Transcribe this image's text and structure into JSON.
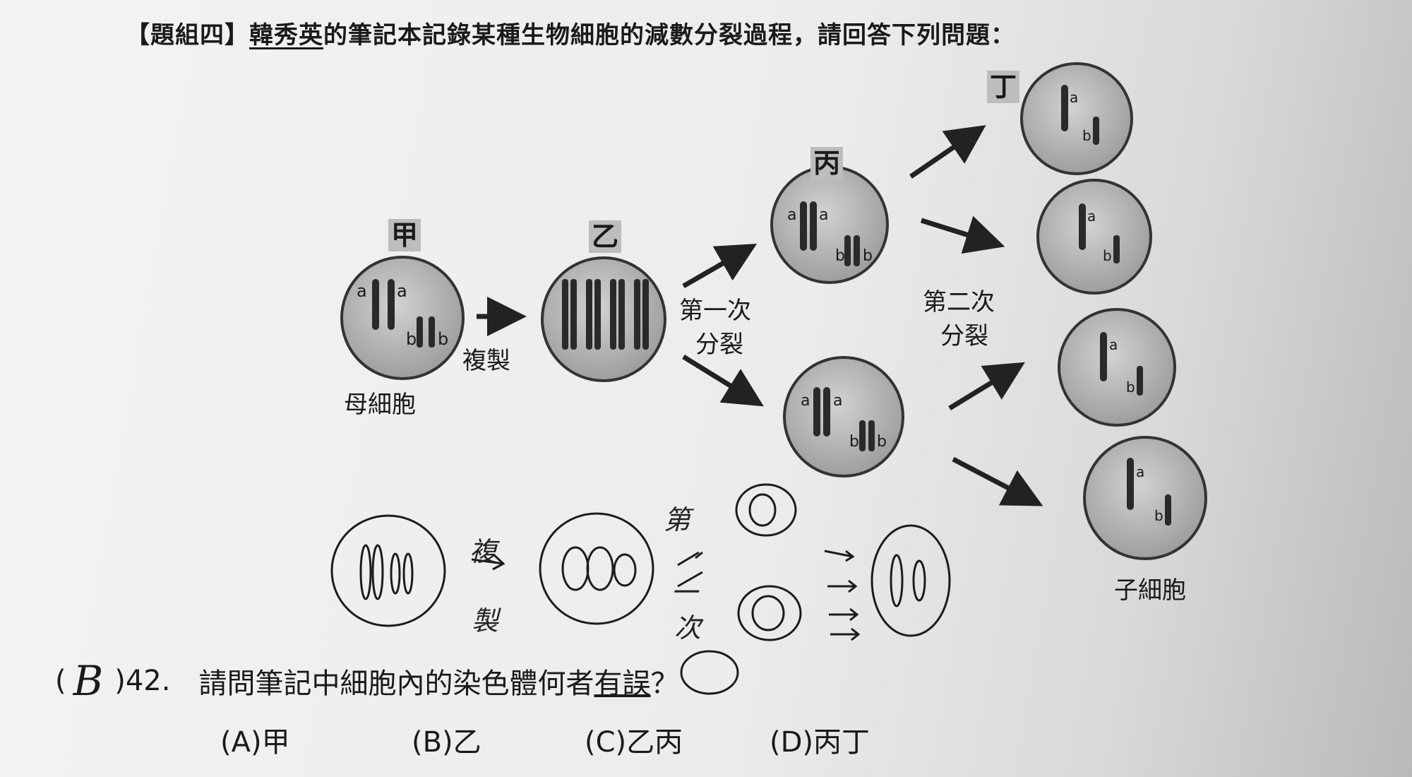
{
  "header": {
    "prefix": "【題組四】",
    "name": "韓秀英",
    "rest": "的筆記本記錄某種生物細胞的減數分裂過程，請回答下列問題："
  },
  "stages": {
    "jia": "甲",
    "yi": "乙",
    "bing": "丙",
    "ding": "丁"
  },
  "labels": {
    "mother_cell": "母細胞",
    "daughter_cell": "子細胞",
    "replicate": "複製",
    "first_div_1": "第一次",
    "first_div_2": "分裂",
    "second_div_1": "第二次",
    "second_div_2": "分裂",
    "allele_a": "a",
    "allele_b": "b"
  },
  "handwritten": {
    "replicate_1": "複",
    "replicate_2": "製",
    "first_1": "第",
    "first_2": "一",
    "first_3": "次"
  },
  "question": {
    "answer": "B",
    "number": ")42.",
    "stem_pre": "請問筆記中細胞內的染色體何者",
    "stem_mark": "有誤",
    "stem_post": "？",
    "open_paren": "("
  },
  "options": [
    "(A)甲",
    "(B)乙",
    "(C)乙丙",
    "(D)丙丁"
  ]
}
